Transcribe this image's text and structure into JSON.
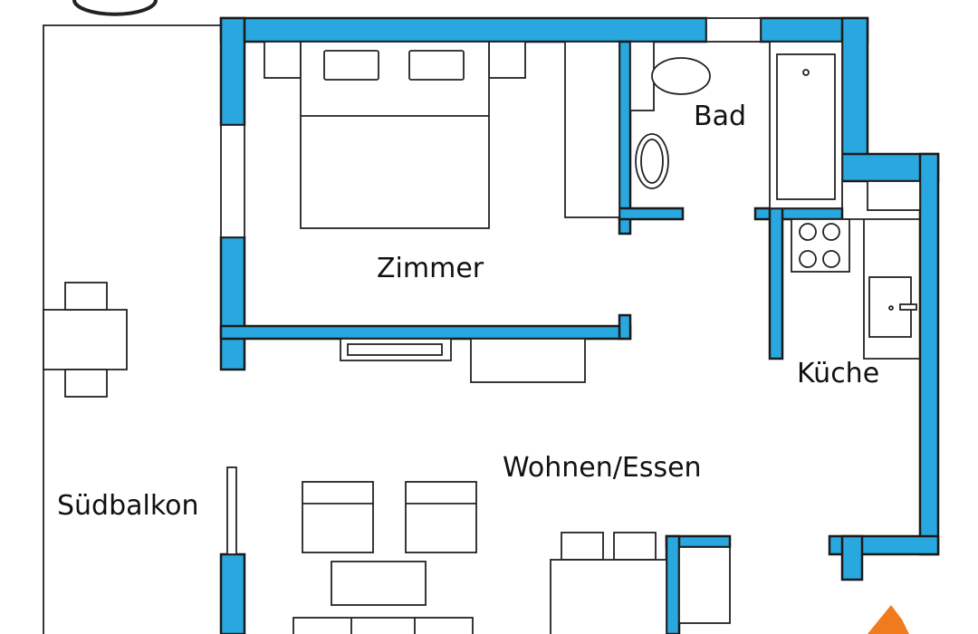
{
  "floorplan": {
    "rooms": {
      "zimmer": "Zimmer",
      "bad": "Bad",
      "kueche": "Küche",
      "wohnen": "Wohnen/Essen",
      "balkon": "Südbalkon"
    },
    "colors": {
      "wall": "#29a8df",
      "outline": "#222222",
      "background": "#ffffff",
      "arrow": "#f07a1e"
    },
    "icons": [
      "compass-icon",
      "entrance-arrow-icon"
    ]
  }
}
